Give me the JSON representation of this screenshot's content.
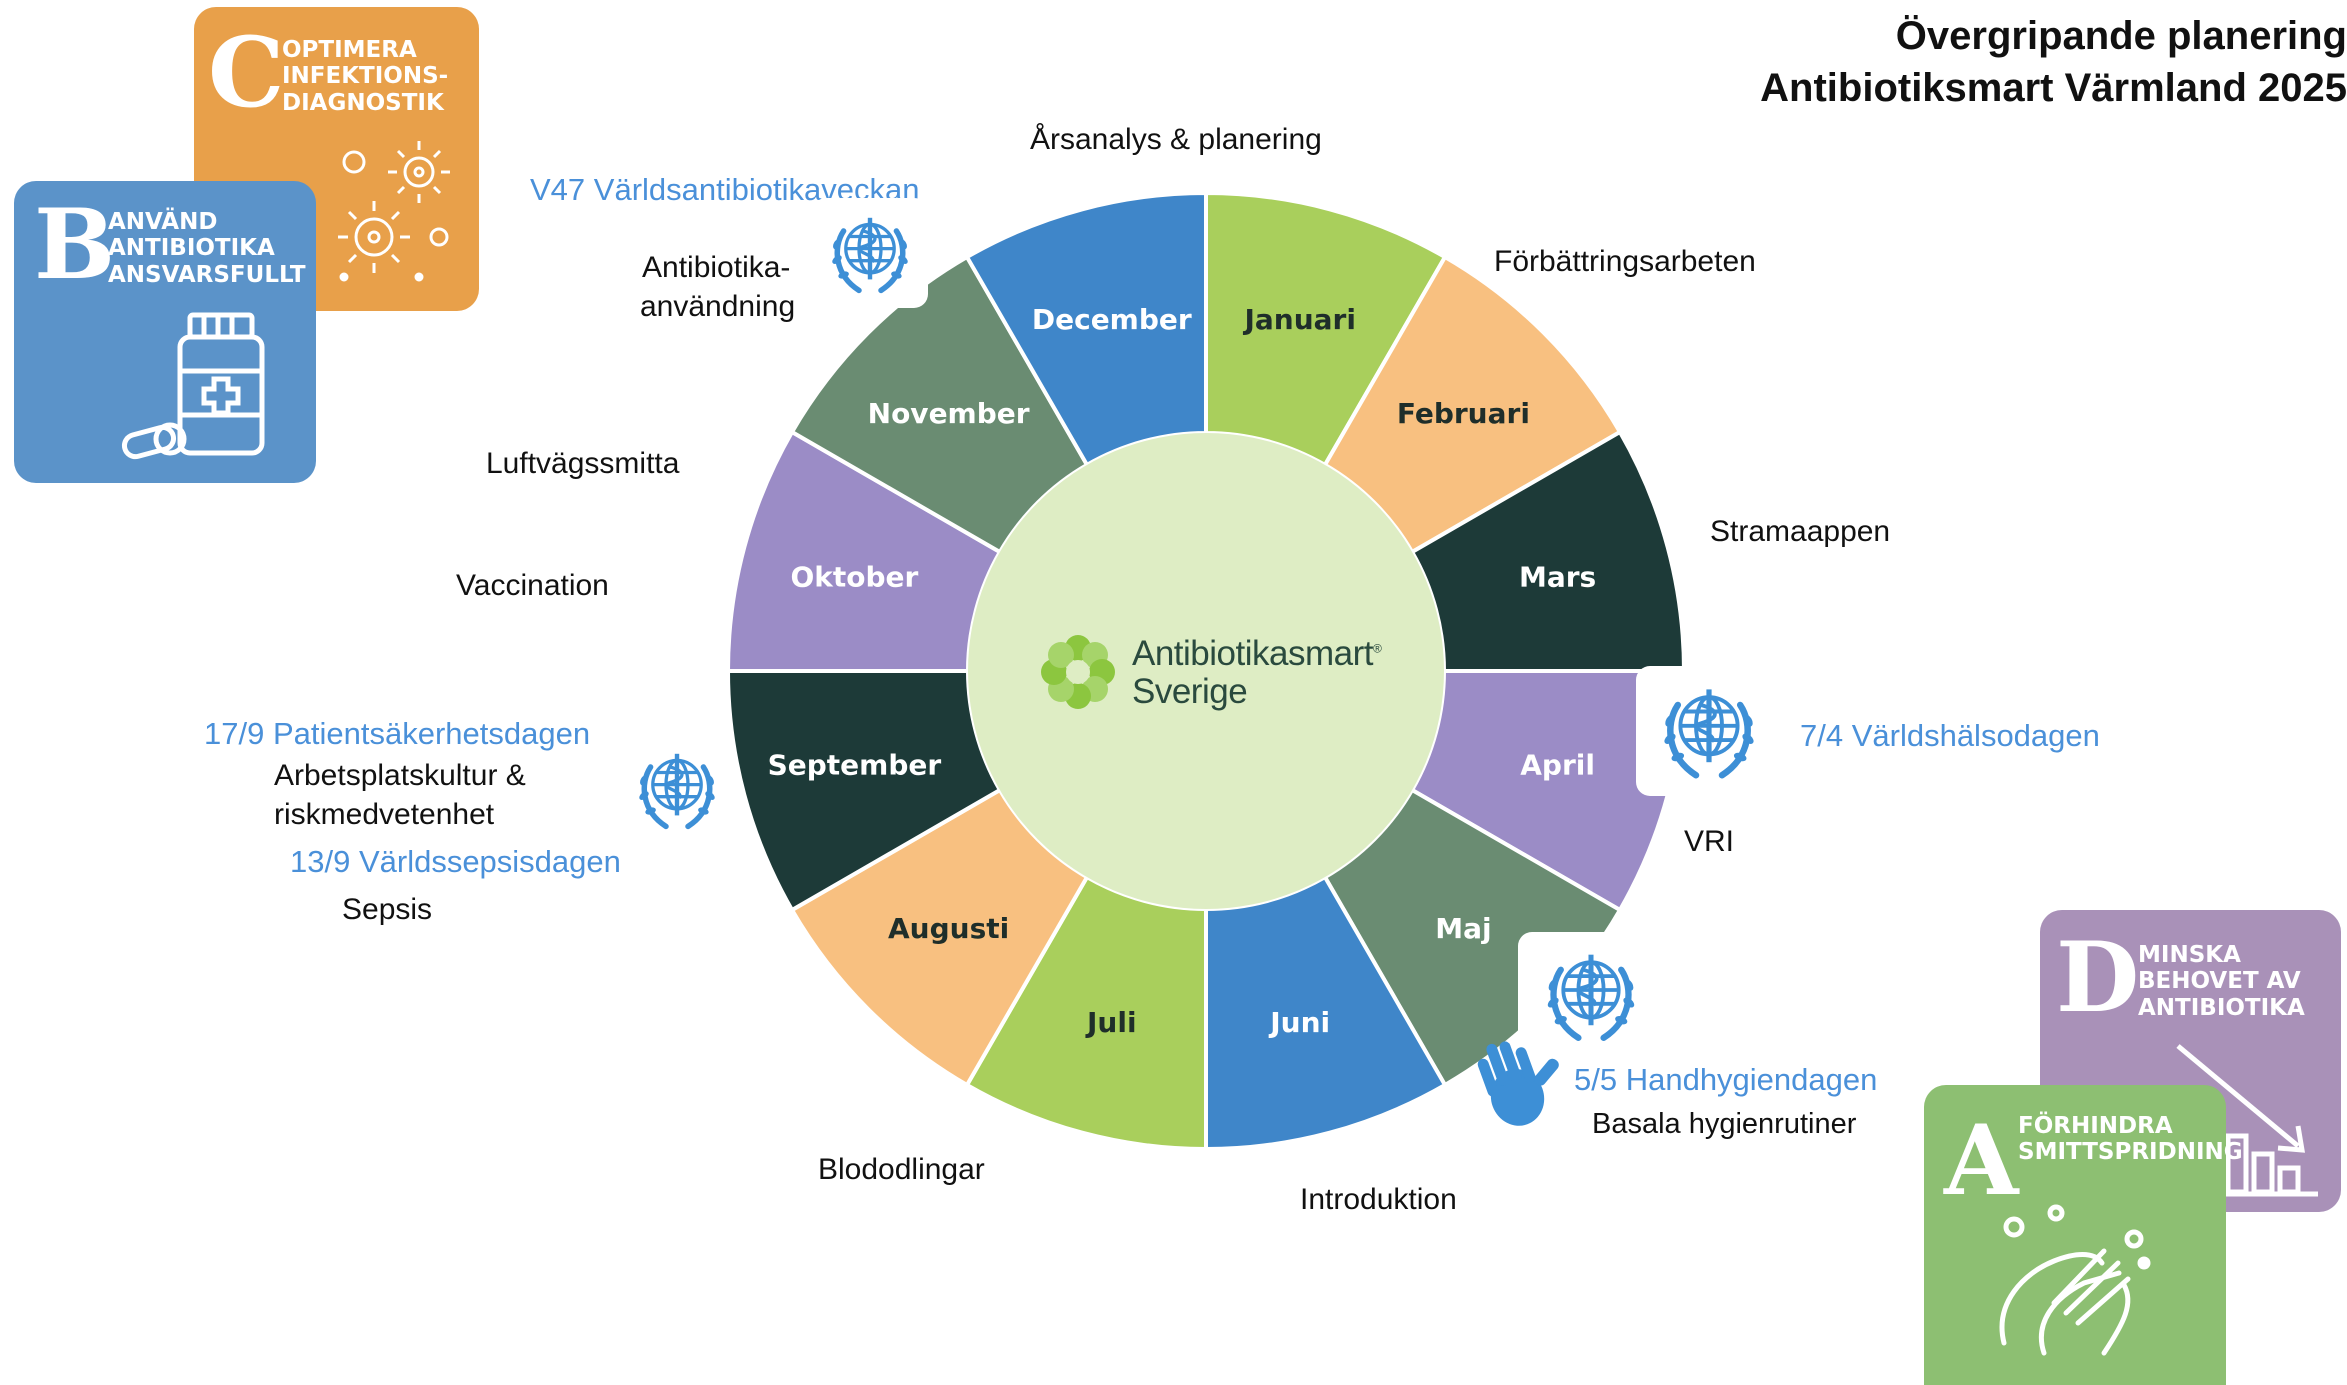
{
  "title": {
    "line1": "Övergripande planering",
    "line2": "Antibiotiksmart Värmland 2025"
  },
  "center_logo": {
    "line1": "Antibiotikasmart",
    "line2": "Sverige",
    "registered": "®"
  },
  "months": [
    {
      "label": "Januari",
      "color": "#a9cf5c",
      "text_color": "#1f2e2a"
    },
    {
      "label": "Februari",
      "color": "#f8c080",
      "text_color": "#1f2e2a"
    },
    {
      "label": "Mars",
      "color": "#1d3a38",
      "text_color": "#ffffff"
    },
    {
      "label": "April",
      "color": "#9b8cc6",
      "text_color": "#ffffff"
    },
    {
      "label": "Maj",
      "color": "#6a8c72",
      "text_color": "#ffffff"
    },
    {
      "label": "Juni",
      "color": "#3f86c9",
      "text_color": "#ffffff"
    },
    {
      "label": "Juli",
      "color": "#a9cf5c",
      "text_color": "#1f2e2a"
    },
    {
      "label": "Augusti",
      "color": "#f8c080",
      "text_color": "#1f2e2a"
    },
    {
      "label": "September",
      "color": "#1d3a38",
      "text_color": "#ffffff"
    },
    {
      "label": "Oktober",
      "color": "#9b8cc6",
      "text_color": "#ffffff"
    },
    {
      "label": "November",
      "color": "#6a8c72",
      "text_color": "#ffffff"
    },
    {
      "label": "December",
      "color": "#3f86c9",
      "text_color": "#ffffff"
    }
  ],
  "topics": {
    "arsanalys": "Årsanalys & planering",
    "forbattring": "Förbättringsarbeten",
    "stramaappen": "Stramaappen",
    "vri": "VRI",
    "basala": "Basala hygienrutiner",
    "introduktion": "Introduktion",
    "blododlingar": "Blododlingar",
    "sepsis": "Sepsis",
    "arbetsplats_1": "Arbetsplatskultur &",
    "arbetsplats_2": "riskmedvetenhet",
    "vaccination": "Vaccination",
    "luftvag": "Luftvägssmitta",
    "antibiotika_1": "Antibiotika-",
    "antibiotika_2": "användning"
  },
  "theme_days": {
    "v47": "V47 Världsantibiotikaveckan",
    "halsodagen": "7/4 Världshälsodagen",
    "handhygien": "5/5 Handhygiendagen",
    "patientsakerhet": "17/9 Patientsäkerhetsdagen",
    "sepsisdagen": "13/9 Världssepsisdagen"
  },
  "cards": {
    "C": {
      "letter": "C",
      "text": "OPTIMERA\nINFEKTIONS-\nDIAGNOSTIK",
      "color": "#e8a04a"
    },
    "B": {
      "letter": "B",
      "text": "ANVÄND\nANTIBIOTIKA\nANSVARSFULLT",
      "color": "#5b93c9"
    },
    "D": {
      "letter": "D",
      "text": "MINSKA\nBEHOVET AV\nANTIBIOTIKA",
      "color": "#a991b8"
    },
    "A": {
      "letter": "A",
      "text": "FÖRHINDRA\nSMITTSPRIDNING",
      "color": "#8dbf72"
    }
  },
  "colors": {
    "theme_day_blue": "#4a90d9",
    "center_circle": "#deedc4",
    "who_blue": "#3d8fd6"
  },
  "icons": [
    "who-emblem-icon",
    "hand-print-icon",
    "virus-icon",
    "medicine-bottle-icon",
    "declining-chart-icon",
    "hand-washing-icon",
    "flower-logo-icon"
  ]
}
